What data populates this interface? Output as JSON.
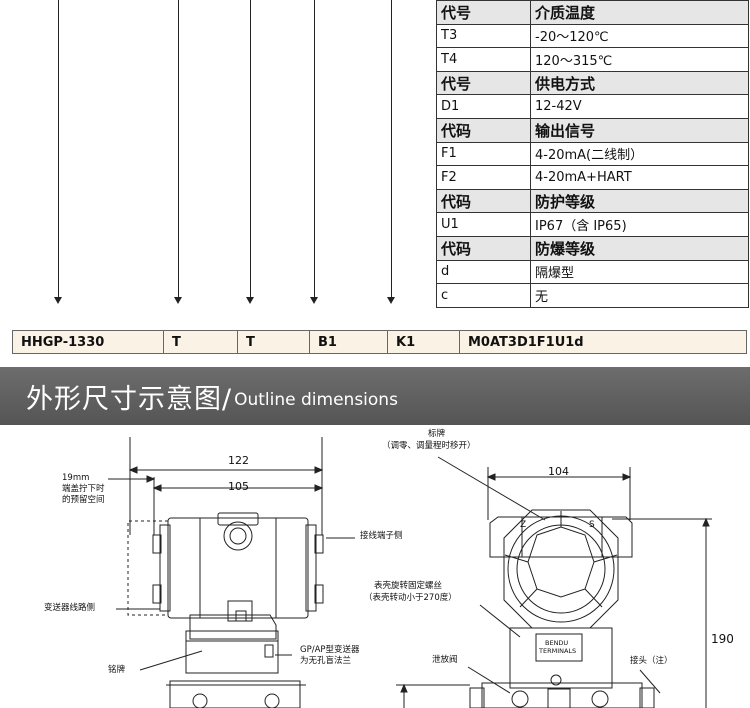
{
  "spec_table": {
    "rows": [
      {
        "type": "head",
        "c1": "代号",
        "c2": "介质温度"
      },
      {
        "type": "val",
        "c1": "T3",
        "c2": "-20～120℃"
      },
      {
        "type": "val",
        "c1": "T4",
        "c2": "120～315℃"
      },
      {
        "type": "head",
        "c1": "代号",
        "c2": "供电方式"
      },
      {
        "type": "val",
        "c1": "D1",
        "c2": "12-42V"
      },
      {
        "type": "head",
        "c1": "代码",
        "c2": "输出信号"
      },
      {
        "type": "val",
        "c1": "F1",
        "c2": "4-20mA(二线制）"
      },
      {
        "type": "val",
        "c1": "F2",
        "c2": "4-20mA+HART"
      },
      {
        "type": "head",
        "c1": "代码",
        "c2": "防护等级"
      },
      {
        "type": "val",
        "c1": "U1",
        "c2": "IP67（含 IP65)"
      },
      {
        "type": "head",
        "c1": "代码",
        "c2": "防爆等级"
      },
      {
        "type": "val",
        "c1": "d",
        "c2": "隔爆型"
      },
      {
        "type": "val",
        "c1": "c",
        "c2": "无"
      }
    ]
  },
  "model_code": [
    "HHGP-1330",
    "T",
    "T",
    "B1",
    "K1",
    "M0AT3D1F1U1d"
  ],
  "banner": {
    "title_zh": "外形尺寸示意图/",
    "title_en": "Outline dimensions"
  },
  "drawing": {
    "dims": {
      "w122": "122",
      "w105": "105",
      "w104": "104",
      "h190": "190"
    },
    "labels": {
      "cap_clearance": [
        "19mm",
        "端盖拧下时",
        "的预留空间"
      ],
      "nameplate_top": [
        "标牌",
        "（调零、调量程时移开）"
      ],
      "terminal_side": "接线端子侧",
      "rotate_screw": [
        "表壳旋转固定螺丝",
        "（表壳转动小于270度）"
      ],
      "circuit_side": "变送器线路侧",
      "gp_ap": [
        "GP/AP型变送器",
        "为无孔盲法兰"
      ],
      "nameplate": "铭牌",
      "drain_valve": "泄放阀",
      "connector": "接头（注）",
      "letter_z": "Z",
      "letter_s": "S",
      "terminals": [
        "BENDU",
        "TERMINALS"
      ]
    }
  }
}
